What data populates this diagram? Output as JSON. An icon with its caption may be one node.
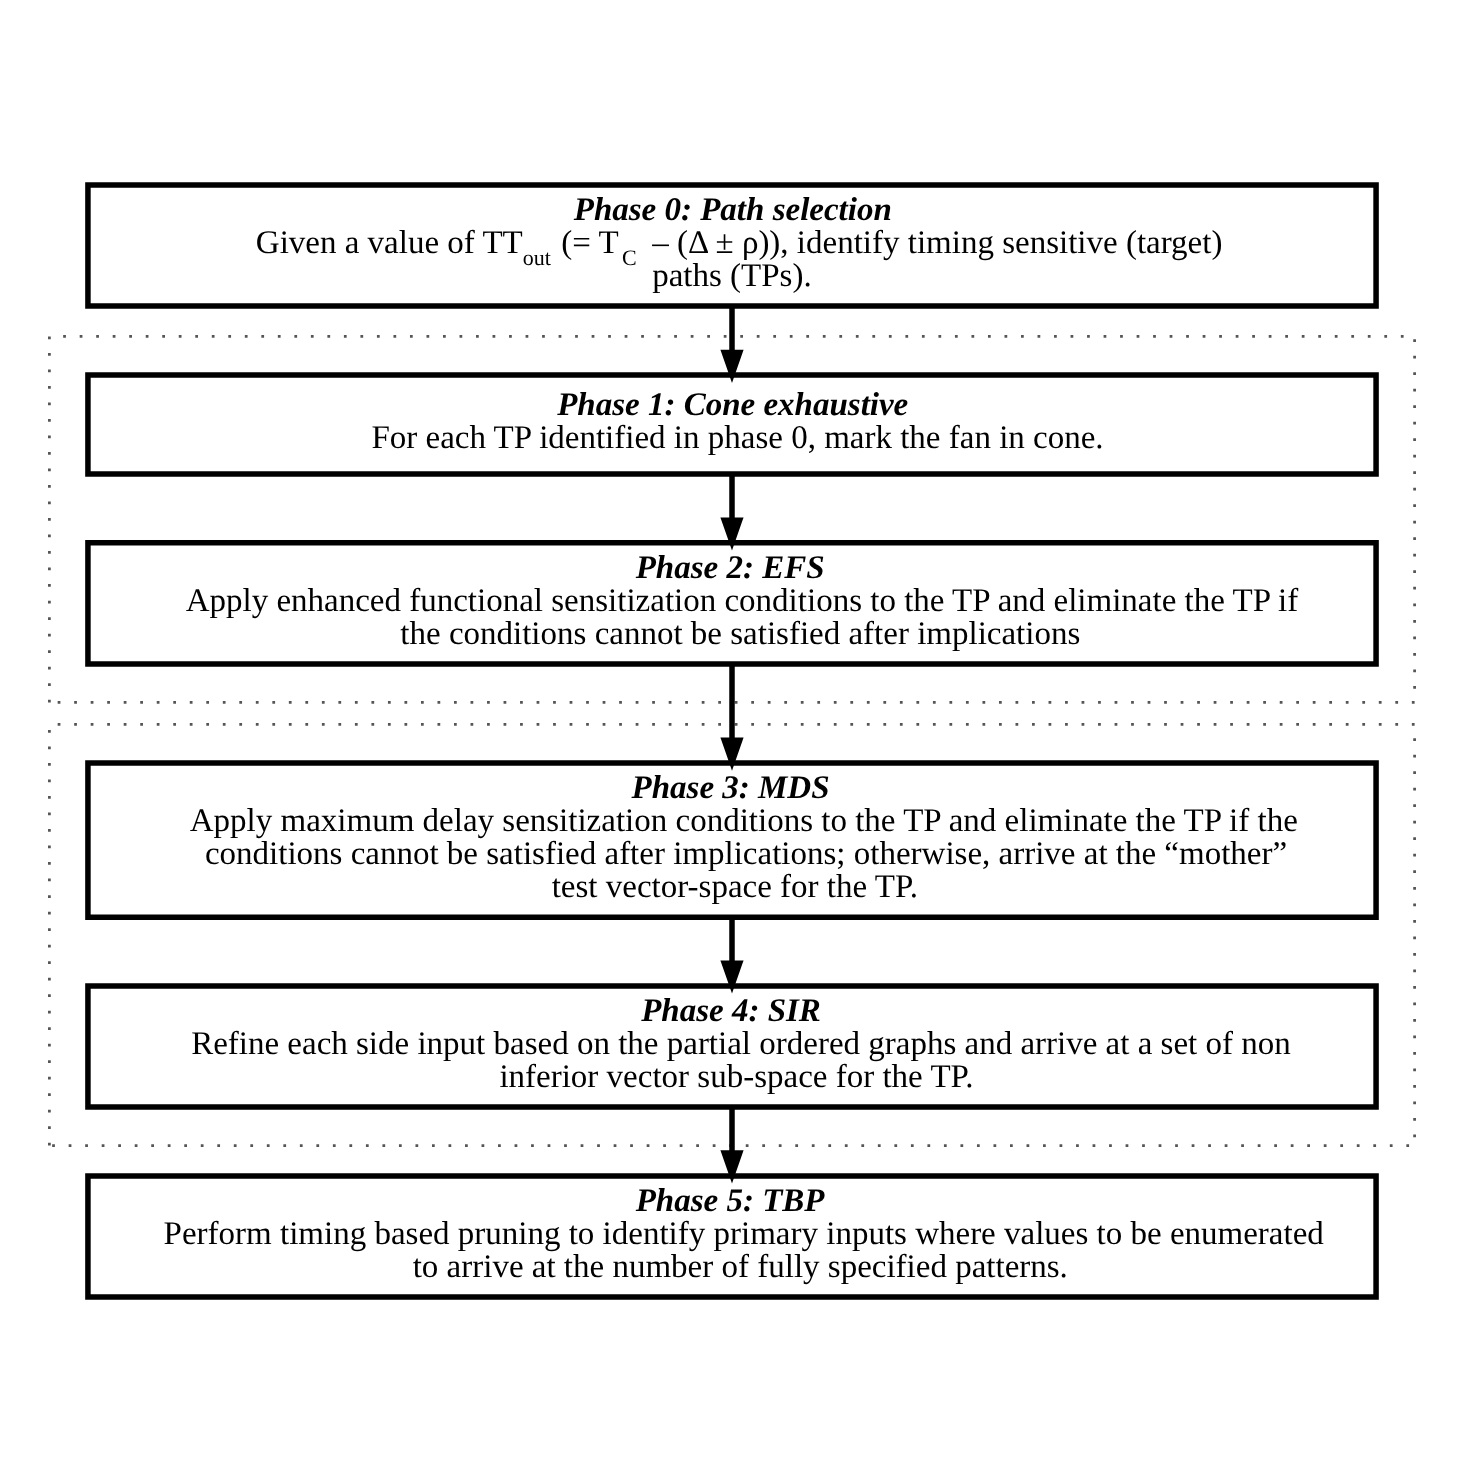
{
  "diagram": {
    "nodes": [
      {
        "text": [
          "Phase 0: Path selection",
          "Given a value of TT$_{out}$ (= T$_{C}$ – (Δ ± ρ)), identify timing sensitive (target) paths (TPs)."
        ]
      },
      {
        "text": [],
        "shape": "box"
      },
      {
        "text": [
          "Phase 1: Cone exhaustive",
          "For each TP identified in phase 0, mark the fan in cone."
        ],
        "in": 1
      },
      {
        "text": [
          "Phase 2: EFS",
          "Apply enhanced functional sensitization conditions to the TP and eliminate the TP if the conditions cannot be satisfied after implications"
        ],
        "in": 1
      },
      {
        "text": [],
        "shape": "box"
      },
      {
        "text": [
          "Phase 3: MDS",
          "Apply maximum delay sensitization conditions to the TP and eliminate the TP if the conditions cannot be satisfied after implications; otherwise, arrive at the “mother” test vector-space for the TP."
        ],
        "in": 4
      },
      {
        "text": [
          "Phase 4: SIR",
          "Refine each side input based on the partial ordered graphs and arrive at a set of non inferior vector sub-space for the TP."
        ],
        "in": 4
      },
      {
        "text": [
          "Phase 5: TBP",
          "Perform timing based pruning to identify primary inputs where values to be enumerated to arrive at the number of fully specified patterns."
        ]
      }
    ],
    "edges": [
      {
        "from": 0,
        "to": 2,
        "arrow": "to"
      },
      {
        "from": 2,
        "to": 3,
        "arrow": "to"
      },
      {
        "from": 3,
        "to": 5,
        "arrow": "to"
      },
      {
        "from": 5,
        "to": 6,
        "arrow": "to"
      },
      {
        "from": 6,
        "to": 7,
        "arrow": "to"
      }
    ]
  }
}
